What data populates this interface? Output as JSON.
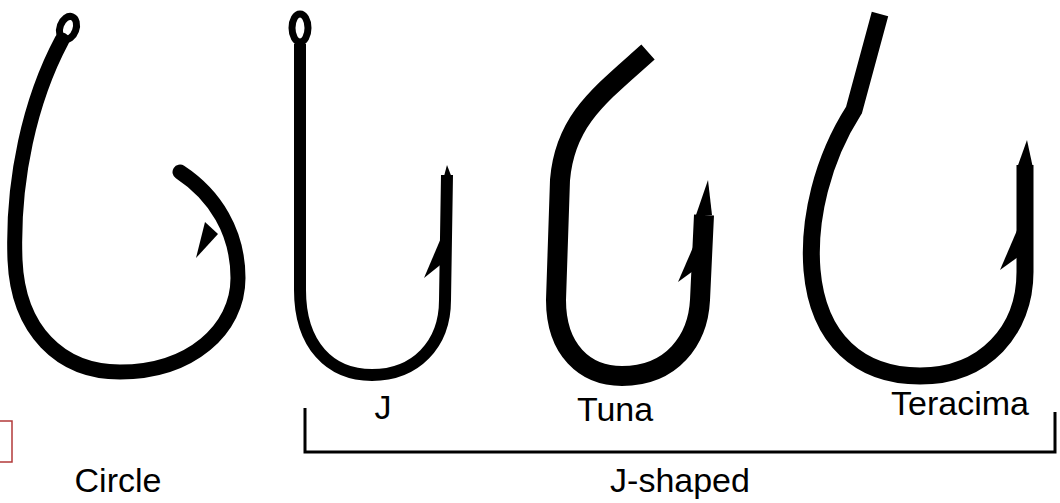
{
  "diagram": {
    "labels": [
      "J",
      "Tuna",
      "Teracima",
      "Circle",
      "J-shaped"
    ]
  }
}
